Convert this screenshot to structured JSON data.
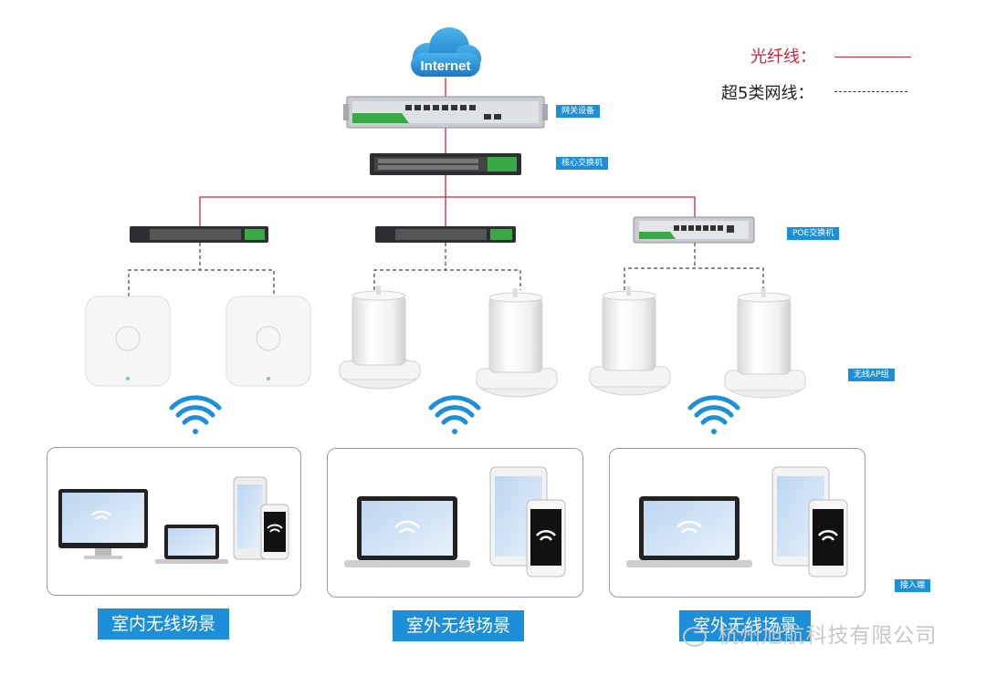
{
  "internet": {
    "label": "Internet"
  },
  "legend": {
    "fiber": {
      "label": "光纤线：",
      "color": "#c8283c"
    },
    "cat5e": {
      "label": "超5类网线：",
      "color": "#333333"
    }
  },
  "tags": {
    "gateway": "网关设备",
    "core_switch": "核心交换机",
    "poe_switch": "POE交换机",
    "ap_group": "无线AP组",
    "access": "接入端"
  },
  "scenes": [
    {
      "label": "室内无线场景"
    },
    {
      "label": "室外无线场景"
    },
    {
      "label": "室外无线场景"
    }
  ],
  "watermark": "杭州旭航科技有限公司",
  "colors": {
    "accent": "#1d8fd8",
    "device_green": "#3aa845",
    "fiber": "#c8283c"
  }
}
